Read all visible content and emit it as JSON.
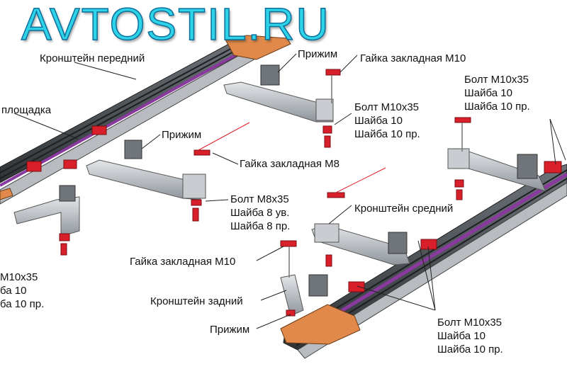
{
  "brand": "AVTOSTIL.RU",
  "labels": {
    "bracket_front": "Кронштейн передний",
    "clamp_top": "Прижим",
    "nut_m10_top": "Гайка закладная М10",
    "bolt_top_right": {
      "l1": "Болт М10х35",
      "l2": "Шайба 10",
      "l3": "Шайба 10 пр."
    },
    "platform": "площадка",
    "bolt_mid": {
      "l1": "Болт М10х35",
      "l2": "Шайба 10",
      "l3": "Шайба 10 пр."
    },
    "clamp_mid": "Прижим",
    "nut_m8": "Гайка закладная М8",
    "bolt_m8": {
      "l1": "Болт М8х35",
      "l2": "Шайба 8 ув.",
      "l3": "Шайба 8 пр."
    },
    "bracket_middle": "Кронштейн средний",
    "bolt_left": {
      "l1": "М10х35",
      "l2": "ба 10",
      "l3": "ба 10 пр."
    },
    "nut_m10_bottom": "Гайка закладная М10",
    "bracket_rear": "Кронштейн задний",
    "clamp_bottom": "Прижим",
    "bolt_bottom": {
      "l1": "Болт М10х35",
      "l2": "Шайба 10",
      "l3": "Шайба 10 пр."
    }
  },
  "colors": {
    "brand_fill": "#2fd3e8",
    "purple_strip": "#8a3a9e",
    "orange_cap": "#e0894a",
    "red_parts": "#d9202a",
    "metal": "#9aa0a6"
  }
}
